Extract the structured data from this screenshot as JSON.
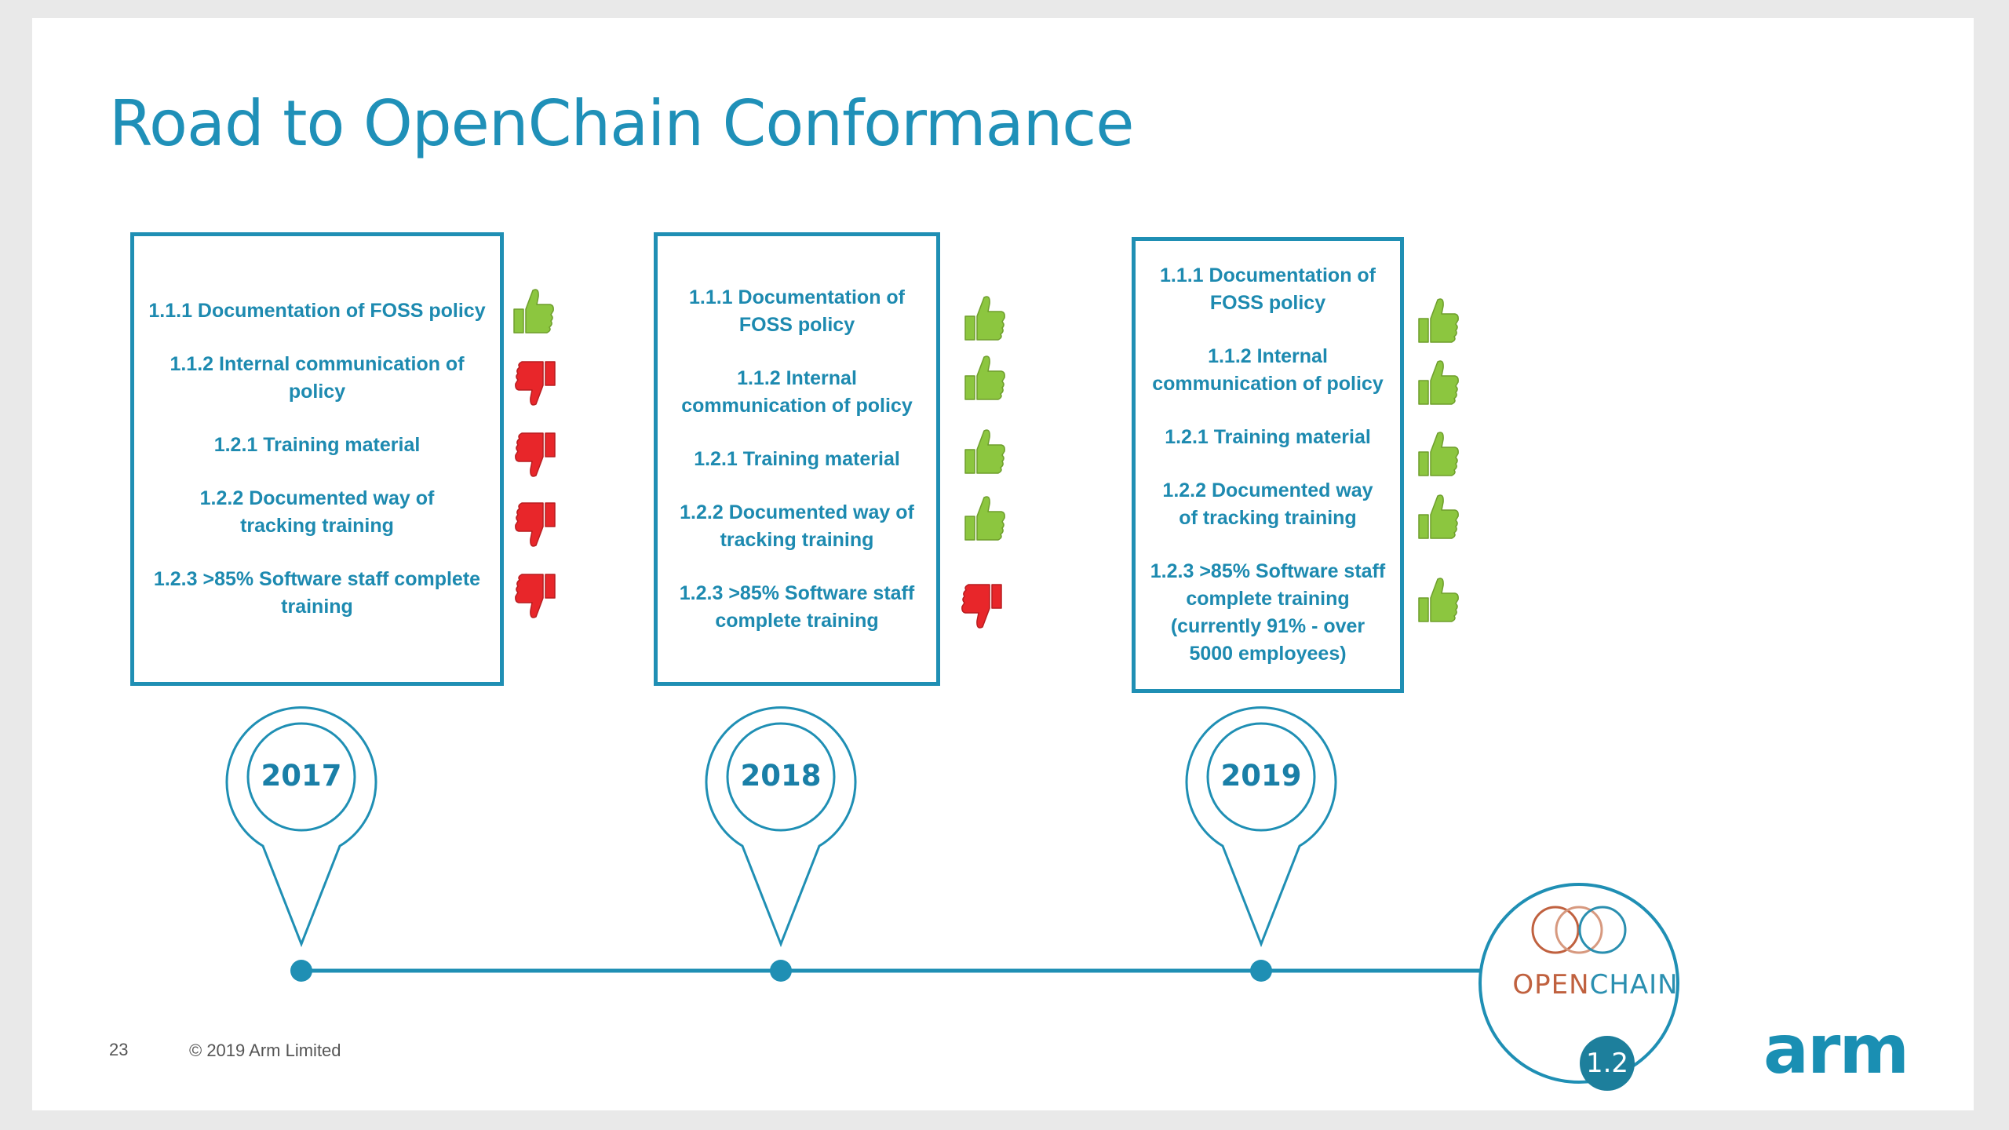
{
  "title": "Road to OpenChain Conformance",
  "columns": [
    {
      "year": "2017",
      "items": [
        {
          "text": "1.1.1  Documentation of FOSS policy",
          "status": "up"
        },
        {
          "text": "1.1.2 Internal communication of policy",
          "status": "down"
        },
        {
          "text": "1.2.1 Training material",
          "status": "down"
        },
        {
          "text": "1.2.2 Documented way of tracking training",
          "status": "down"
        },
        {
          "text": "1.2.3 >85% Software staff complete training",
          "status": "down"
        }
      ]
    },
    {
      "year": "2018",
      "items": [
        {
          "text": "1.1.1  Documentation of FOSS policy",
          "status": "up"
        },
        {
          "text": "1.1.2 Internal communication of policy",
          "status": "up"
        },
        {
          "text": "1.2.1 Training material",
          "status": "up"
        },
        {
          "text": "1.2.2 Documented way of tracking training",
          "status": "up"
        },
        {
          "text": "1.2.3 >85% Software staff complete training",
          "status": "down"
        }
      ]
    },
    {
      "year": "2019",
      "items": [
        {
          "text": "1.1.1  Documentation of FOSS policy",
          "status": "up"
        },
        {
          "text": "1.1.2 Internal communication of policy",
          "status": "up"
        },
        {
          "text": "1.2.1 Training material",
          "status": "up"
        },
        {
          "text": "1.2.2 Documented way of tracking training",
          "status": "up"
        },
        {
          "text": "1.2.3 >85% Software staff complete training (currently 91% - over 5000 employees)",
          "status": "up"
        }
      ]
    }
  ],
  "openchain": {
    "open": "OPEN",
    "chain": "CHAIN",
    "version": "1.2"
  },
  "footer": {
    "page_number": "23",
    "copyright": "© 2019 Arm Limited",
    "logo": "arm"
  },
  "colors": {
    "accent": "#1f8fb4",
    "thumb_up": "#8cc63f",
    "thumb_down": "#e8262a",
    "openchain_orange": "#c0613f"
  },
  "icons": {
    "up": "thumbs-up-icon",
    "down": "thumbs-down-icon"
  }
}
